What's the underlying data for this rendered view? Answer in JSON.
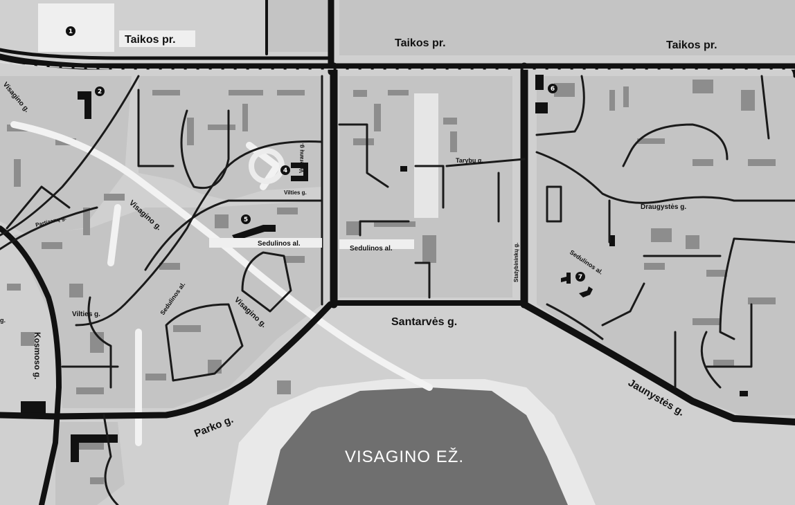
{
  "map": {
    "lake_label": "VISAGINO EŽ.",
    "colors": {
      "background": "#d0d0d0",
      "block": "#c2c2c2",
      "road": "#111111",
      "lake": "#6f6f6f",
      "shore": "#e9e9e9",
      "building": "#8f8f8f",
      "landmark": "#111111"
    },
    "streets": {
      "taikos_1": "Taikos pr.",
      "taikos_2": "Taikos pr.",
      "taikos_3": "Taikos pr.",
      "visagino_nw": "Visagino g.",
      "visagino_mid": "Visagino g.",
      "visagino_s": "Visagino g.",
      "partizanu": "Partizanų g.",
      "vilties_w": "Vilties g.",
      "vilties_e": "Vilties g.",
      "veteranu": "Veteranų g.",
      "sedulinos_1": "Sedulinos al.",
      "sedulinos_2": "Sedulinos al.",
      "sedulinos_3": "Sedulinos al.",
      "sedulinos_4": "Sedulinos al.",
      "tarybu": "Tarybų g.",
      "statybininku": "Statybininkų g.",
      "draugystes": "Draugystės g.",
      "santarves": "Santarvės g.",
      "jaunystes": "Jaunystės g.",
      "parko": "Parko g.",
      "kosmoso": "Kosmoso g.",
      "edge_g": "g."
    },
    "markers": [
      "1",
      "2",
      "4",
      "5",
      "6",
      "7"
    ]
  }
}
